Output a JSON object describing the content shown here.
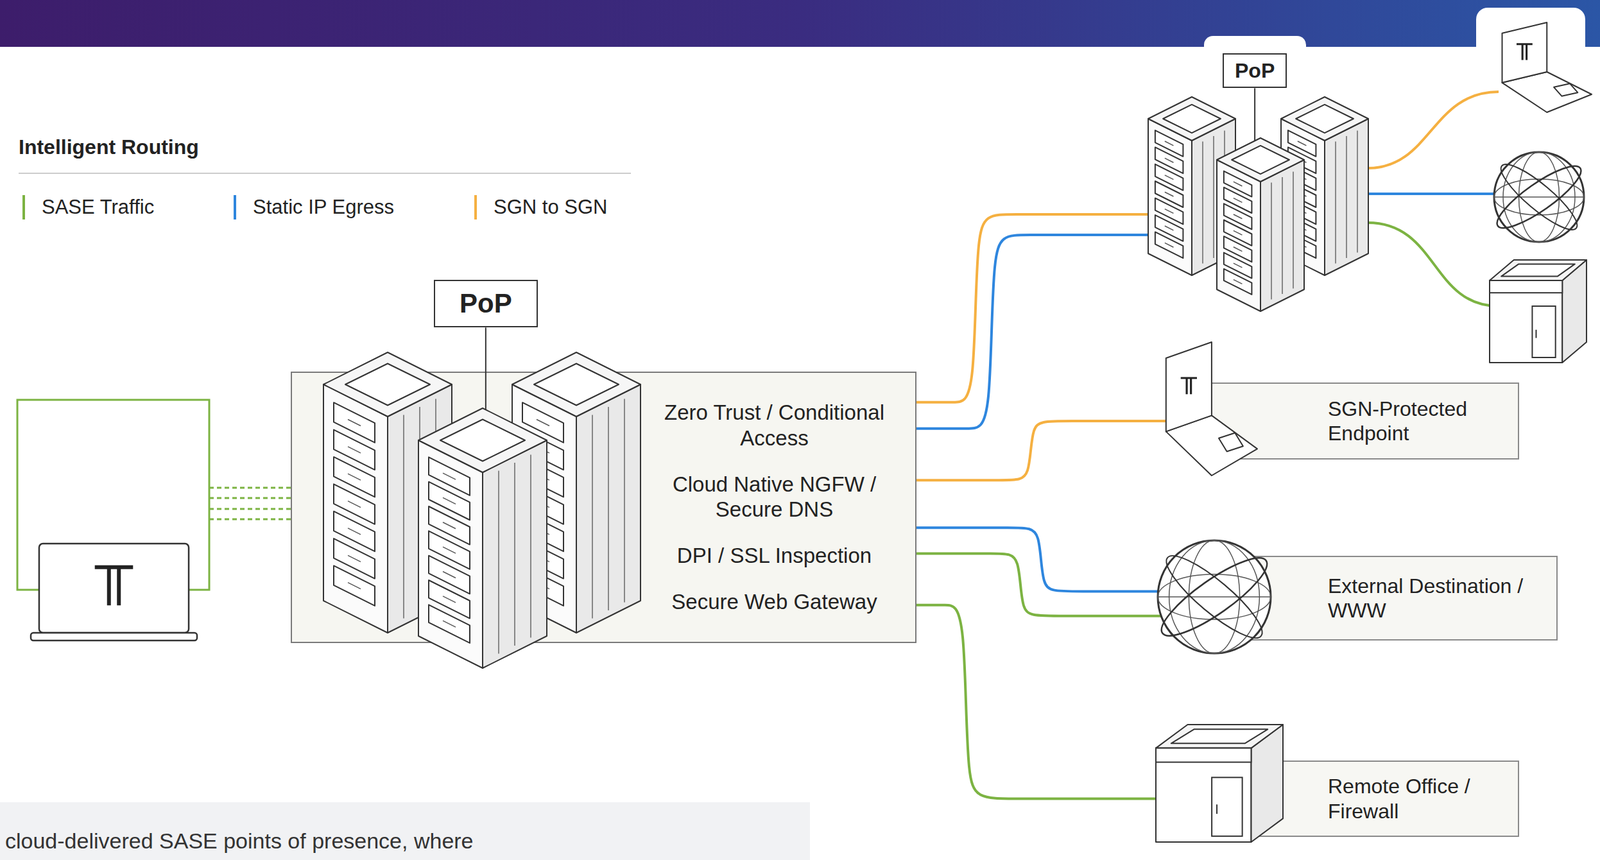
{
  "diagram": {
    "nodes": [
      {
        "text": [
          "PoP",
          "Zero Trust / Conditional Access",
          "Cloud Native NGFW / Secure DNS",
          "DPI / SSL Inspection",
          "Secure Web Gateway"
        ]
      },
      {
        "text": [
          "PoP"
        ]
      },
      {
        "text": [
          "SGN-Protected Endpoint"
        ]
      },
      {
        "text": [
          "External Destination / WWW"
        ]
      },
      {
        "text": [
          "Remote Office / Firewall"
        ]
      }
    ],
    "edges": [
      {
        "from": 0,
        "to": 1,
        "arrow": "none"
      },
      {
        "from": 0,
        "to": 1,
        "arrow": "none"
      },
      {
        "from": 0,
        "to": 2,
        "arrow": "none"
      },
      {
        "from": 0,
        "to": 3,
        "arrow": "none"
      },
      {
        "from": 0,
        "to": 3,
        "arrow": "none"
      },
      {
        "from": 0,
        "to": 4,
        "arrow": "none"
      }
    ],
    "labels": [
      "Intelligent Routing",
      "cloud-delivered SASE points of presence, where"
    ],
    "legend": [
      {
        "text": "SASE Traffic",
        "color": "#7cb342"
      },
      {
        "text": "Static IP Egress",
        "color": "#2e86de"
      },
      {
        "text": "SGN to SGN",
        "color": "#f5b041"
      }
    ]
  }
}
